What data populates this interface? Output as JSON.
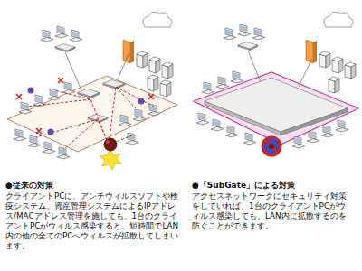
{
  "diagram": {
    "labels": [
      "●従来の対策",
      "クライアントPCに、アンチウィルスソフトや検疫システム、資産管理システムによるIPアドレス/MACアドレス管理を施しても、1台のクライアントPCがウィルス感染すると、短時間でLAN内の他の全てのPCへウィルスが拡散してしまいます。",
      "●「SubGate」による対策",
      "アクセスネットワークにセキュリティ対策をしていれば、1台のクライアントPCがウィルス感染しても、LAN内に拡散するのを防ぐことができます。"
    ]
  }
}
